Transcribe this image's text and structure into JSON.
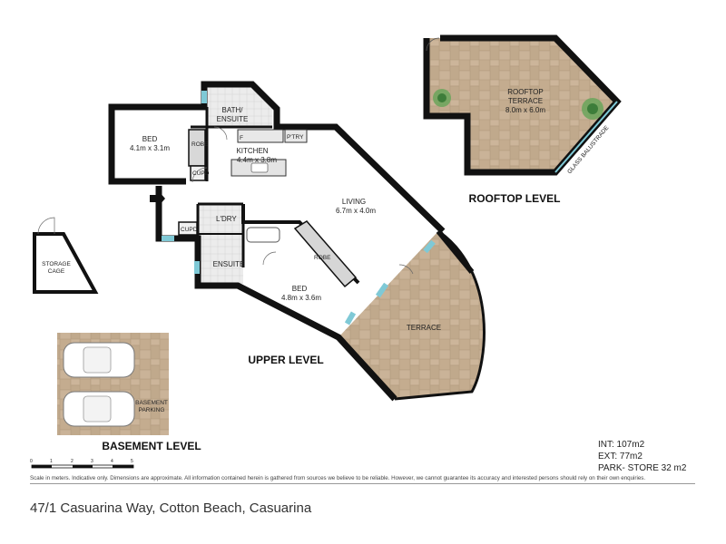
{
  "levels": {
    "rooftop": "ROOFTOP LEVEL",
    "upper": "UPPER LEVEL",
    "basement": "BASEMENT LEVEL"
  },
  "rooms": {
    "rooftop_terrace_name": "ROOFTOP",
    "rooftop_terrace_name2": "TERRACE",
    "rooftop_terrace_dim": "8.0m x 6.0m",
    "glass_balustrade": "GLASS BALUSTRADE",
    "bath_line1": "BATH/",
    "bath_line2": "ENSUITE",
    "bed1_name": "BED",
    "bed1_dim": "4.1m x 3.1m",
    "robe1": "ROBE",
    "cupd1": "CUPD",
    "fridge": "F",
    "pantry": "P'TRY",
    "kitchen_name": "KITCHEN",
    "kitchen_dim": "4.4m x 3.8m",
    "living_name": "LIVING",
    "living_dim": "6.7m x 4.0m",
    "laundry": "L'DRY",
    "cupd2": "CUPD",
    "ensuite2": "ENSUITE",
    "robe2": "ROBE",
    "bed2_name": "BED",
    "bed2_dim": "4.8m x 3.6m",
    "terrace": "TERRACE",
    "storage_line1": "STORAGE",
    "storage_line2": "CAGE",
    "parking_line1": "BASEMENT",
    "parking_line2": "PARKING"
  },
  "areas": {
    "int": "INT:  107m2",
    "ext": "EXT:  77m2",
    "park": "PARK- STORE  32 m2"
  },
  "scale": {
    "ticks": [
      "0",
      "1",
      "2",
      "3",
      "4",
      "5"
    ]
  },
  "disclaimer": "Scale in meters. Indicative only. Dimensions are approximate. All information contained herein is gathered from sources we believe to be reliable. However, we cannot guarantee its accuracy and interested persons should rely on their own enquiries.",
  "address": "47/1 Casuarina Way, Cotton Beach, Casuarina",
  "colors": {
    "wall": "#111111",
    "paving": "#c8b196",
    "window": "#7fc9d6",
    "plant": "#5aa05a"
  }
}
